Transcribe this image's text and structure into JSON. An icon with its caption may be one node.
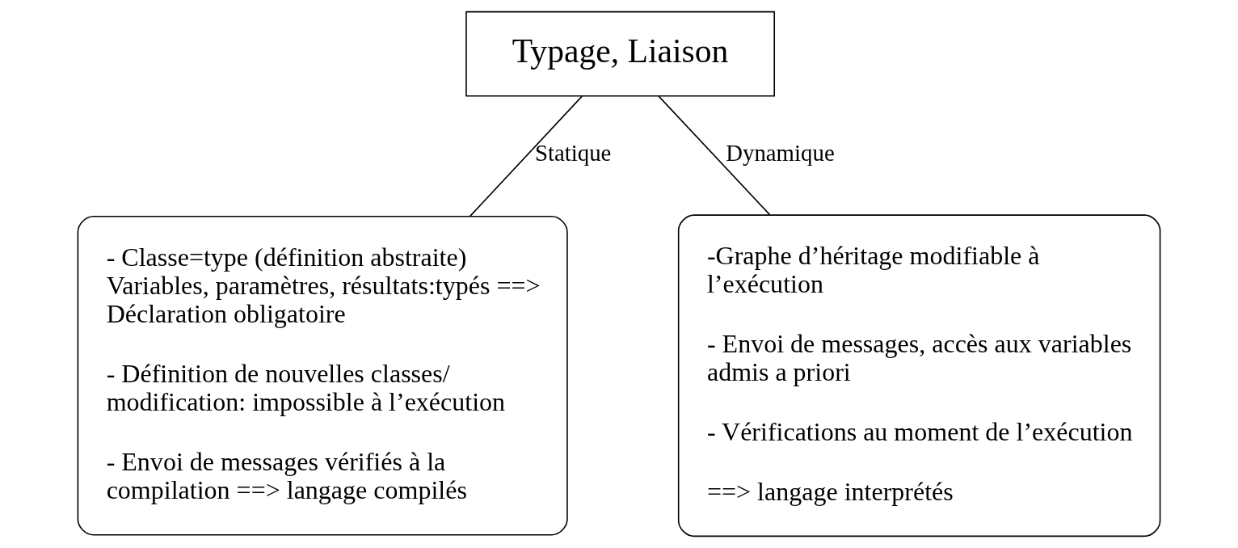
{
  "diagram": {
    "nodes": [
      {
        "text": [
          "Typage, Liaison"
        ]
      },
      {
        "text": [
          "- Classe=type (définition abstraite) Variables, paramètres, résultats:typés ==> Déclaration obligatoire",
          "- Définition de nouvelles classes/ modification: impossible à l’exécution",
          "- Envoi de messages vérifiés à la compilation ==> langage compilés"
        ]
      },
      {
        "text": [
          "-Graphe d’héritage modifiable à l’exécution",
          "- Envoi de messages, accès aux variables admis a priori",
          "- Vérifications au moment de l’exécution",
          "==> langage interprétés"
        ]
      }
    ],
    "edges": [
      {
        "from": 0,
        "to": 1,
        "arrow": "none",
        "label": "Statique"
      },
      {
        "from": 0,
        "to": 2,
        "arrow": "none",
        "label": "Dynamique"
      }
    ]
  }
}
